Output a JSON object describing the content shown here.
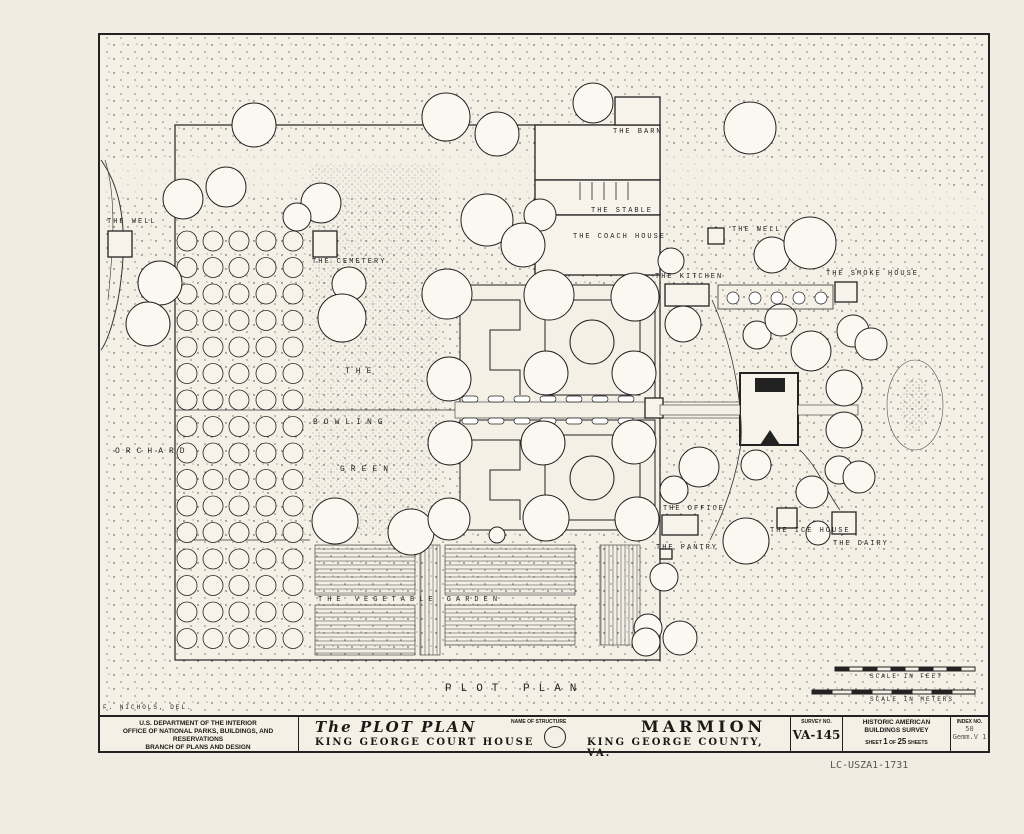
{
  "labels": {
    "well_left": "THE WELL",
    "barn": "THE BARN",
    "stable": "THE STABLE",
    "coach_house": "THE COACH HOUSE",
    "well_right": "THE WELL",
    "cemetery": "THE CEMETERY",
    "kitchen": "THE KITCHEN",
    "smoke_house": "THE SMOKE HOUSE",
    "the": "THE",
    "bowling": "BOWLING",
    "green": "GREEN",
    "orchard": "ORCHARD",
    "office": "THE OFFICE",
    "ice_house": "THE ICE HOUSE",
    "dairy": "THE DAIRY",
    "pantry": "THE PANTRY",
    "vegetable_garden": "THE VEGETABLE GARDEN",
    "plot_plan_big": "PLOT PLAN",
    "scale_feet": "SCALE IN FEET",
    "scale_meters": "SCALE IN METERS",
    "delineator": "F. NICHOLS, DEL."
  },
  "title_block": {
    "agency_line1": "U.S. DEPARTMENT OF THE INTERIOR",
    "agency_line2": "OFFICE OF NATIONAL PARKS, BUILDINGS, AND RESERVATIONS",
    "agency_line3": "BRANCH OF PLANS AND DESIGN",
    "sheet_title": "The PLOT PLAN",
    "name_of_structure_label": "NAME OF STRUCTURE",
    "structure_name": "MARMION",
    "location": "KING GEORGE COURT HOUSE",
    "county": "KING GEORGE COUNTY, VA.",
    "survey_no_label": "SURVEY NO.",
    "survey_no": "VA-145",
    "habs_line1": "HISTORIC AMERICAN",
    "habs_line2": "BUILDINGS SURVEY",
    "sheet_word": "SHEET",
    "sheet_num": "1",
    "of_word": "OF",
    "sheet_total": "25",
    "sheets_word": "SHEETS",
    "index_label": "INDEX NO.",
    "index_value": "50 Gemm.V 1"
  },
  "margin_note": "LC-USZA1-1731"
}
